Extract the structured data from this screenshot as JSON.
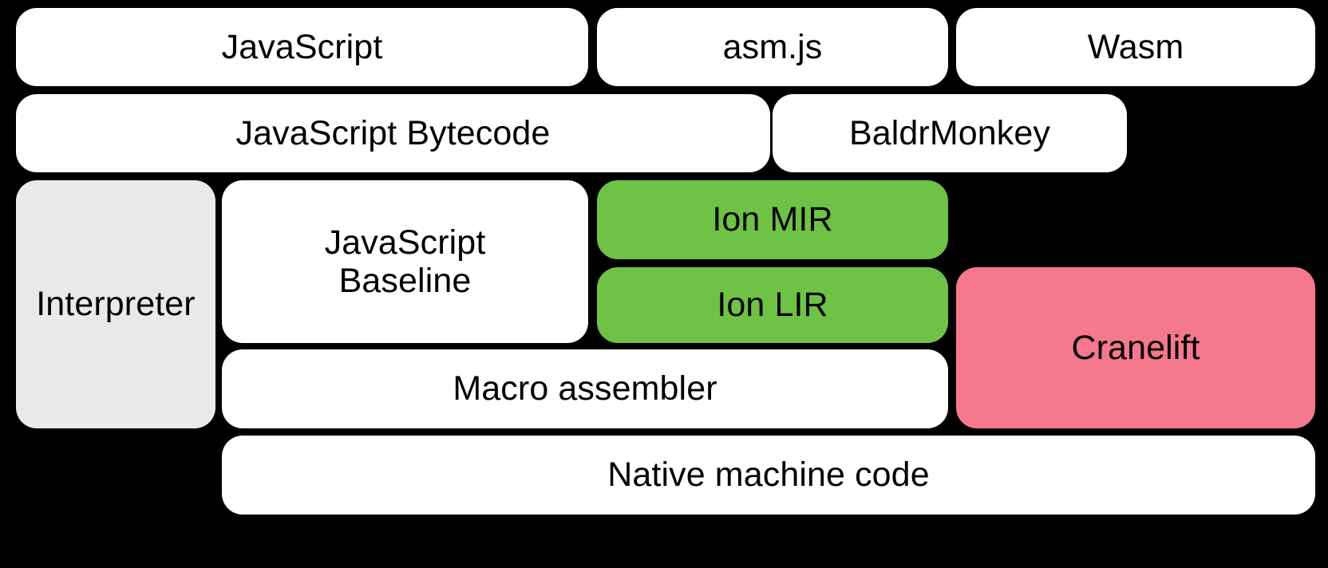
{
  "diagram": {
    "title": "SpiderMonkey execution tiers",
    "background_color": "#000000",
    "palette": {
      "white": "#ffffff",
      "gray": "#e9e9e9",
      "green": "#6ec245",
      "pink": "#f5788d",
      "text": "#000000"
    },
    "rows": [
      {
        "name": "source-languages",
        "nodes": [
          {
            "id": "javascript",
            "label": "JavaScript",
            "color": "white"
          },
          {
            "id": "asmjs",
            "label": "asm.js",
            "color": "white"
          },
          {
            "id": "wasm",
            "label": "Wasm",
            "color": "white"
          }
        ]
      },
      {
        "name": "front-ends",
        "nodes": [
          {
            "id": "js_bytecode",
            "label": "JavaScript Bytecode",
            "color": "white"
          },
          {
            "id": "baldrmonkey",
            "label": "BaldrMonkey",
            "color": "white"
          }
        ]
      },
      {
        "name": "tiers",
        "nodes": [
          {
            "id": "interpreter",
            "label": "Interpreter",
            "color": "gray"
          },
          {
            "id": "js_baseline",
            "label": "JavaScript\nBaseline",
            "color": "white"
          },
          {
            "id": "ion_mir",
            "label": "Ion MIR",
            "color": "green"
          },
          {
            "id": "ion_lir",
            "label": "Ion LIR",
            "color": "green"
          },
          {
            "id": "macro_assembler",
            "label": "Macro assembler",
            "color": "white"
          },
          {
            "id": "cranelift",
            "label": "Cranelift",
            "color": "pink"
          }
        ]
      },
      {
        "name": "output",
        "nodes": [
          {
            "id": "native_code",
            "label": "Native machine code",
            "color": "white"
          }
        ]
      }
    ]
  },
  "nodes": {
    "javascript": "JavaScript",
    "asmjs": "asm.js",
    "wasm": "Wasm",
    "js_bytecode": "JavaScript Bytecode",
    "baldrmonkey": "BaldrMonkey",
    "interpreter": "Interpreter",
    "js_baseline": "JavaScript\nBaseline",
    "ion_mir": "Ion MIR",
    "ion_lir": "Ion LIR",
    "macro_assembler": "Macro assembler",
    "cranelift": "Cranelift",
    "native_code": "Native machine code"
  }
}
